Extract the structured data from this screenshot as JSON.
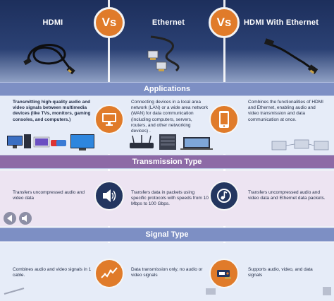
{
  "header": {
    "columns": [
      "HDMI",
      "Ethernet",
      "HDMI With Ethernet"
    ],
    "vs_label": "Vs"
  },
  "sections": {
    "applications": "Applications",
    "transmission": "Transmission Type",
    "signal": "Signal Type"
  },
  "applications": {
    "hdmi": "Transmitting high-quality audio and video signals between multimedia devices (like TVs, monitors, gaming consoles, and computers.)",
    "ethernet": "Connecting devices in a local area network (LAN) or a wide area network (WAN) for data communication (including computers, servers, routers, and other networking devices) .",
    "combined": "Combines the functionalities of HDMI and Ethernet, enabling audio and video transmission and data communication at once."
  },
  "transmission": {
    "hdmi": "Transfers uncompressed audio and video data",
    "ethernet": "Transfers data in packets using specific protocols with speeds from 10 Mbps to 100 Gbps.",
    "combined": "Transfers uncompressed audio and video data and Ethernet data packets."
  },
  "signal": {
    "hdmi": "Combines audio and video signals in 1 cable.",
    "ethernet": "Data transmission only, no audio or video signals",
    "combined": "Supports audio, video, and data signals"
  },
  "icons": {
    "applications": "monitor-icon",
    "applications_combined": "smartphone-icon",
    "transmission": "speaker-icon",
    "transmission_combined": "music-note-icon",
    "signal": "signal-wave-icon",
    "signal_combined": "media-device-icon"
  },
  "colors": {
    "header_navy": "#1d2f5c",
    "accent_orange": "#e07b2a",
    "section_blue": "#7d8fc4",
    "section_purple": "#8d6aa6"
  }
}
